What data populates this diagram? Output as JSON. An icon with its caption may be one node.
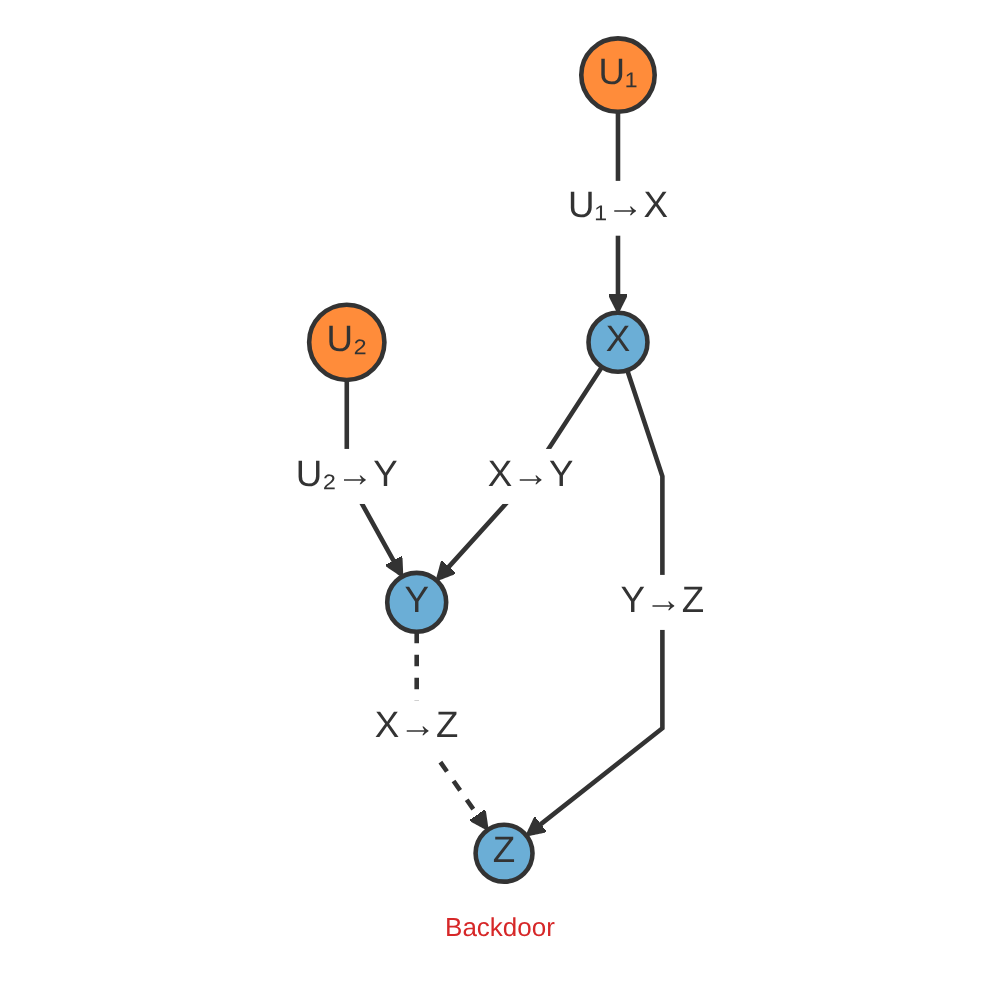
{
  "diagram": {
    "nodes": [
      {
        "text": [
          "U₁"
        ]
      },
      {
        "text": [
          "U₂"
        ]
      },
      {
        "text": [
          "X"
        ]
      },
      {
        "text": [
          "Y"
        ]
      },
      {
        "text": [
          "Z"
        ]
      }
    ],
    "edges": [
      {
        "from": 0,
        "to": 2,
        "arrow": "to",
        "label": "U₁→X"
      },
      {
        "from": 1,
        "to": 3,
        "arrow": "to",
        "label": "U₂→Y"
      },
      {
        "from": 2,
        "to": 3,
        "arrow": "to",
        "label": "X→Y"
      },
      {
        "from": 2,
        "to": 4,
        "arrow": "to",
        "label": "Y→Z"
      },
      {
        "from": 3,
        "to": 4,
        "arrow": "to",
        "label": "X→Z",
        "style": "dashed"
      }
    ],
    "labels": [
      "Backdoor"
    ]
  }
}
